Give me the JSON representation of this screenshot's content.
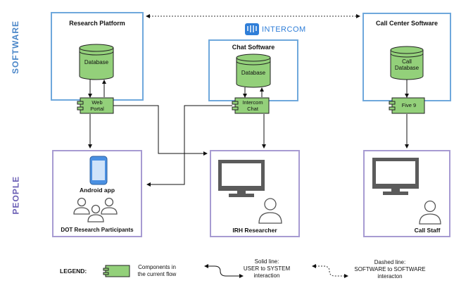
{
  "side_labels": {
    "software": "SOFTWARE",
    "people": "PEOPLE"
  },
  "software": {
    "research_platform": {
      "title": "Research Platform",
      "db": "Database",
      "component": "Web\nPortal"
    },
    "intercom_brand": "INTERCOM",
    "chat_software": {
      "title": "Chat Software",
      "db": "Database",
      "component": "Intercom\nChat"
    },
    "call_center": {
      "title": "Call Center Software",
      "db": "Call\nDatabase",
      "component": "Five 9"
    }
  },
  "people": {
    "participants": {
      "app_label": "Android app",
      "label": "DOT Research Participants"
    },
    "researcher": {
      "label": "IRH Researcher"
    },
    "staff": {
      "label": "Call Staff"
    }
  },
  "legend": {
    "title": "LEGEND:",
    "component_text": "Components in\nthe current flow",
    "solid_text": "Solid line:\nUSER to SYSTEM\ninteraction",
    "dashed_text": "Dashed line:\nSOFTWARE  to SOFTWARE\ninteracton"
  },
  "colors": {
    "software_border": "#6fa8dc",
    "people_border": "#a79bd2",
    "component_fill": "#93d07a",
    "side_software": "#4a86c8",
    "side_people": "#6b5fb5",
    "intercom_blue": "#2f7ed8",
    "monitor": "#5b5b5b"
  },
  "icons": [
    "database-icon",
    "component-icon",
    "intercom-logo-icon",
    "phone-icon",
    "people-group-icon",
    "monitor-icon",
    "person-icon"
  ]
}
